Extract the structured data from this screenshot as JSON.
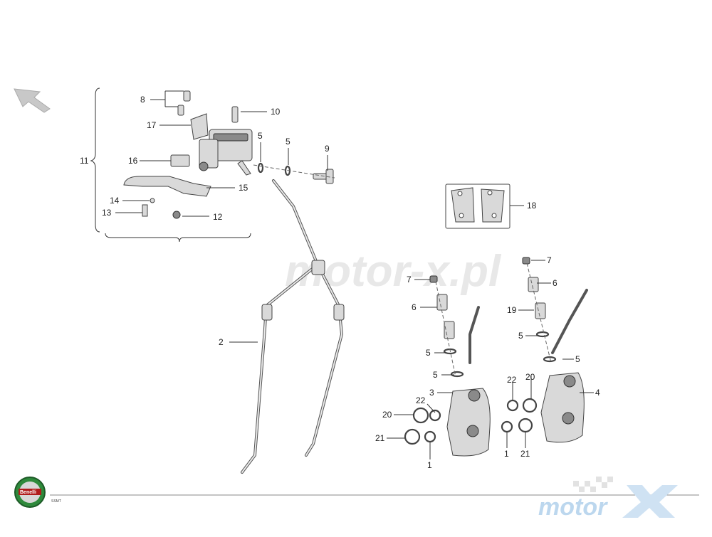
{
  "watermark": "motor-x.pl",
  "footer": {
    "logo_text": "Benelli",
    "page_code": "SSMT",
    "site_brand": "motor"
  },
  "colors": {
    "logo_green": "#2f8a3c",
    "brand_blue": "#bcd7ee",
    "line": "#444444"
  },
  "callouts": [
    "8",
    "10",
    "17",
    "5",
    "5",
    "9",
    "11",
    "16",
    "15",
    "14",
    "13",
    "12",
    "18",
    "2",
    "7",
    "6",
    "5",
    "5",
    "3",
    "22",
    "20",
    "21",
    "1",
    "7",
    "6",
    "19",
    "5",
    "5",
    "22",
    "20",
    "4",
    "1",
    "21"
  ]
}
